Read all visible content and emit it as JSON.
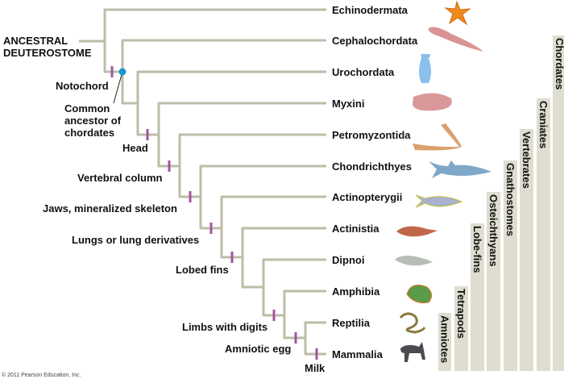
{
  "root_label": {
    "line1": "ANCESTRAL",
    "line2": "DEUTEROSTOME"
  },
  "taxa": [
    "Echinodermata",
    "Cephalochordata",
    "Urochordata",
    "Myxini",
    "Petromyzontida",
    "Chondrichthyes",
    "Actinopterygii",
    "Actinistia",
    "Dipnoi",
    "Amphibia",
    "Reptilia",
    "Mammalia"
  ],
  "characters": {
    "notochord": "Notochord",
    "common_ancestor": {
      "line1": "Common",
      "line2": "ancestor of",
      "line3": "chordates"
    },
    "head": "Head",
    "vertebral": "Vertebral column",
    "jaws": "Jaws, mineralized skeleton",
    "lungs": "Lungs or lung derivatives",
    "lobed": "Lobed fins",
    "limbs": "Limbs with digits",
    "amniotic": "Amniotic egg",
    "milk": "Milk"
  },
  "clades": [
    "Amniotes",
    "Tetrapods",
    "Lobe-fins",
    "Osteichthyans",
    "Gnathostomes",
    "Vertebrates",
    "Craniates",
    "Chordates"
  ],
  "copyright": "© 2011 Pearson Education, Inc.",
  "colors": {
    "branch": "#bebca8",
    "tick": "#a0559c",
    "node": "#1a98d4",
    "bar": "#deddcf"
  }
}
